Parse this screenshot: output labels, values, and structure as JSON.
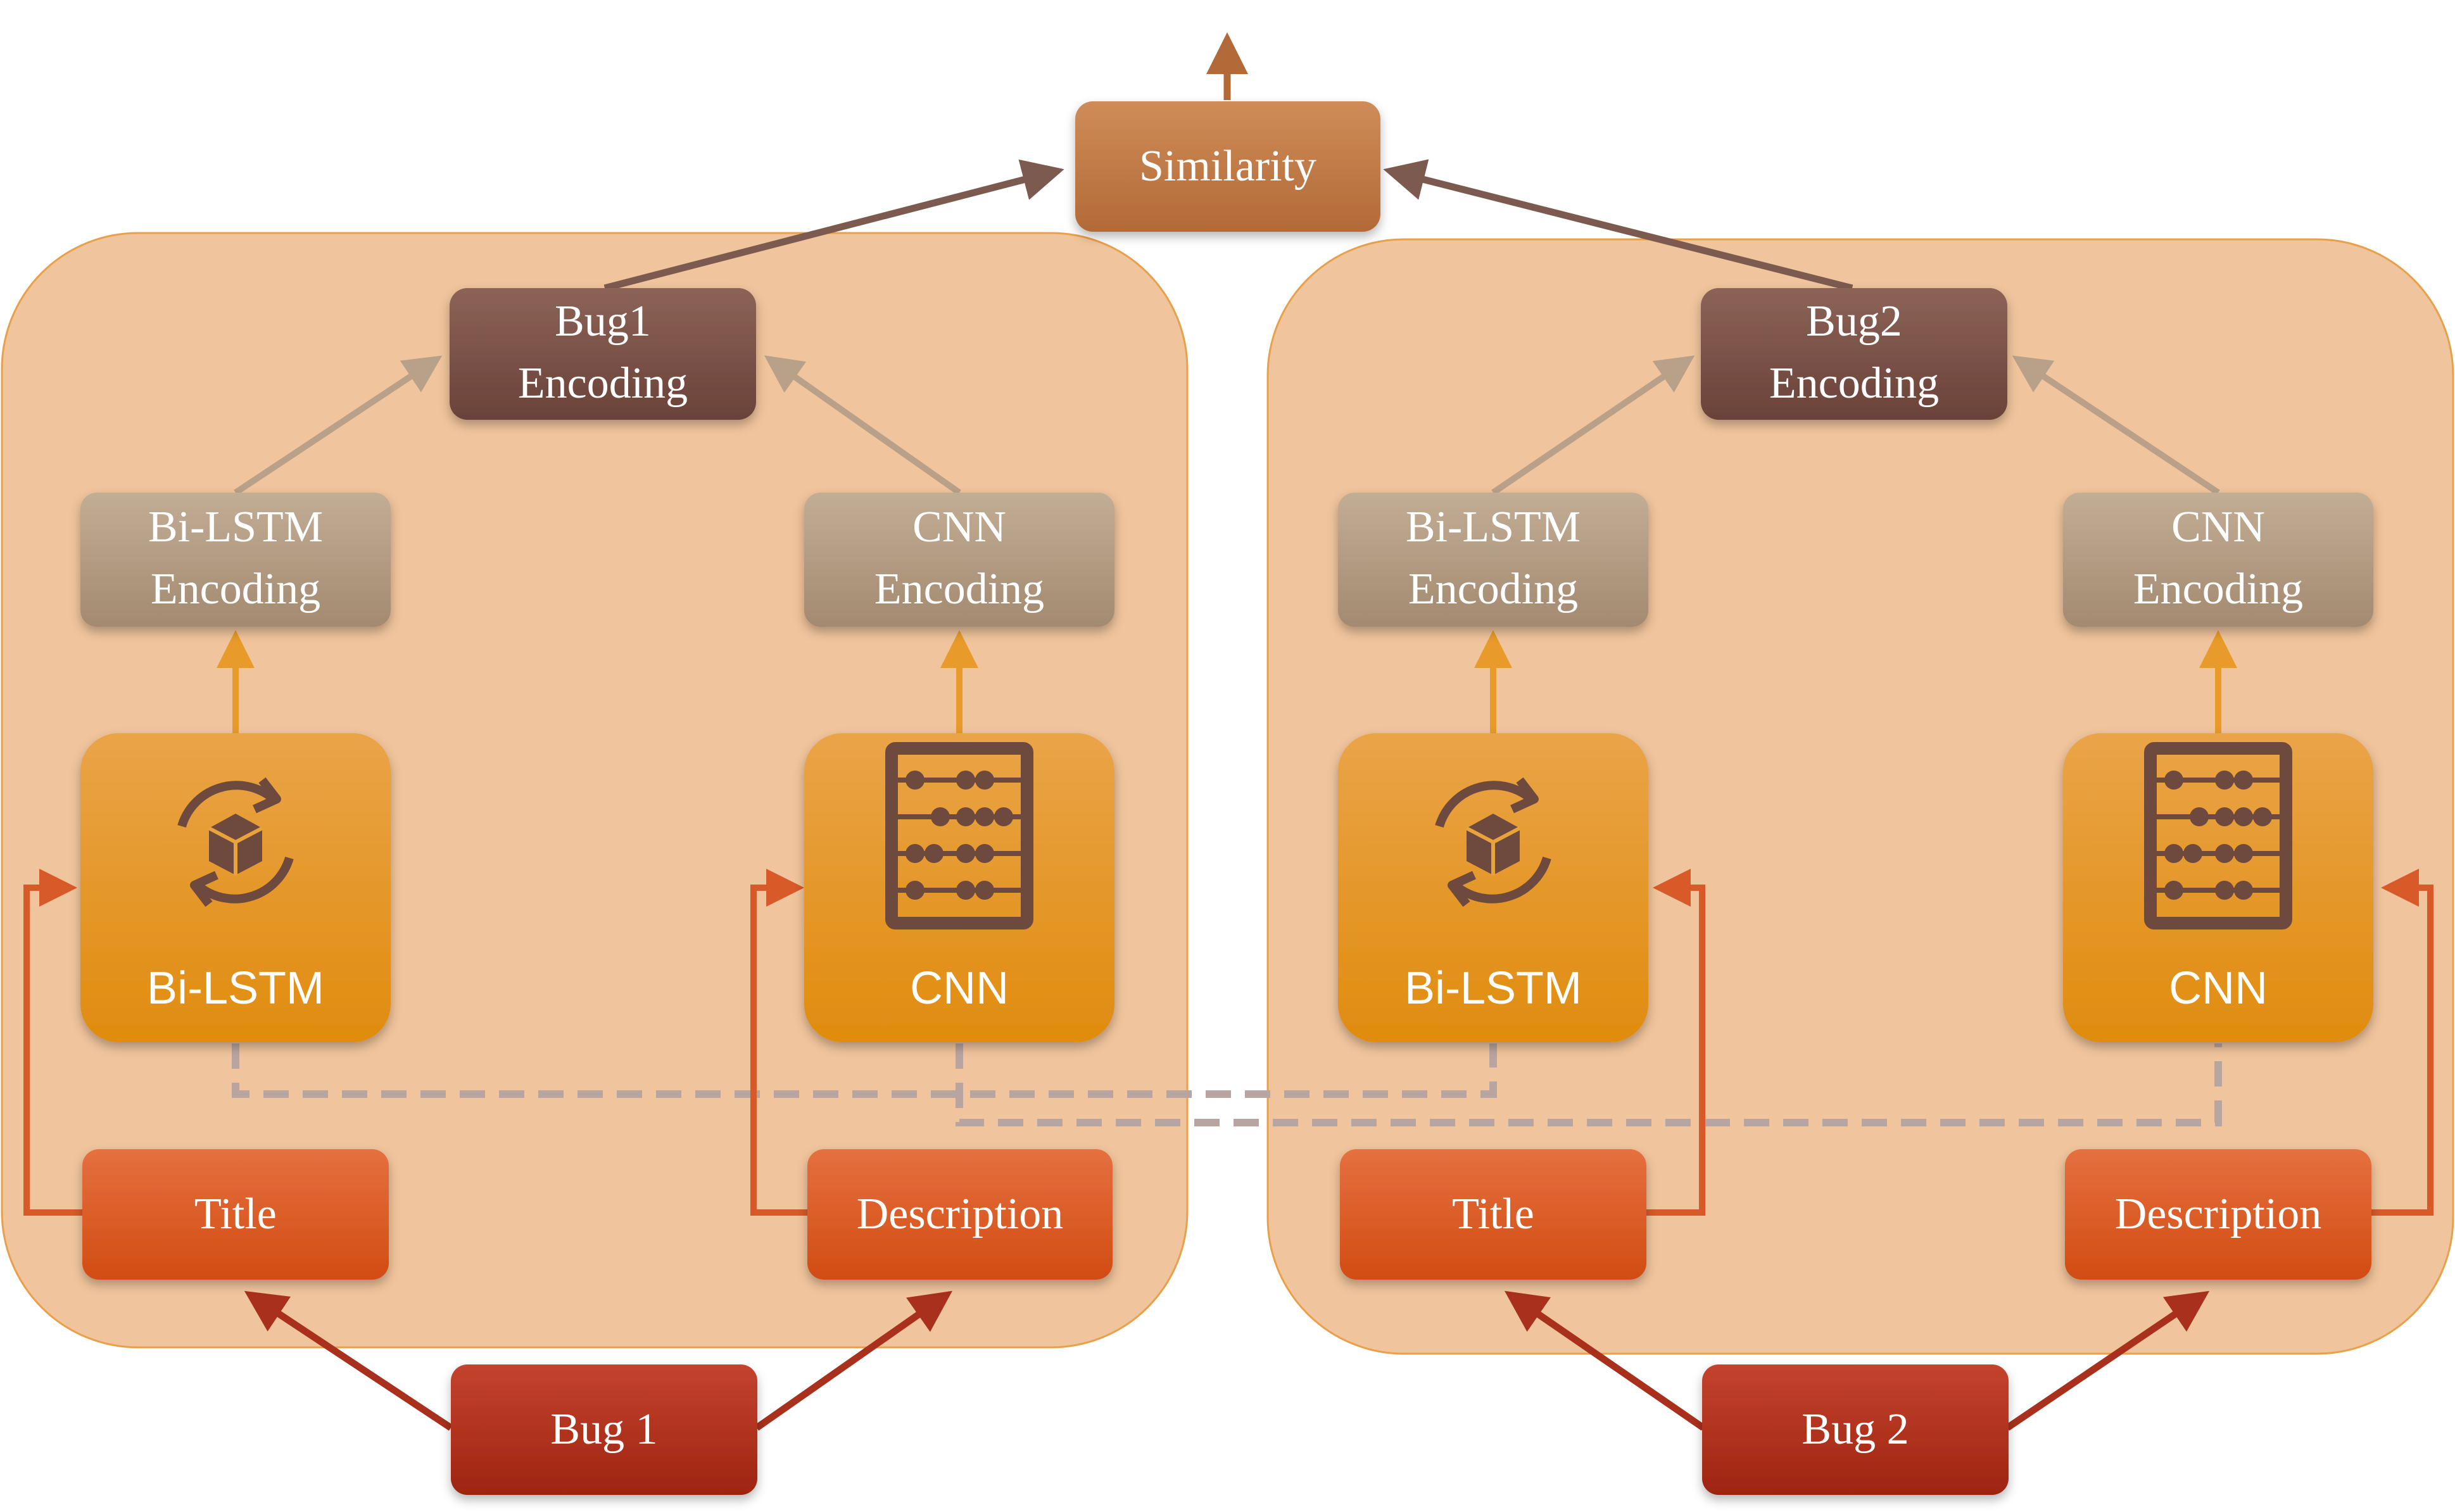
{
  "output": {
    "label": "Similarity"
  },
  "siamese_branches": [
    {
      "encoding_label_line1": "Bug1",
      "encoding_label_line2": "Encoding",
      "bilstm_encoding_line1": "Bi-LSTM",
      "bilstm_encoding_line2": "Encoding",
      "cnn_encoding_line1": "CNN",
      "cnn_encoding_line2": "Encoding",
      "bilstm_label": "Bi-LSTM",
      "cnn_label": "CNN",
      "title_label": "Title",
      "description_label": "Description",
      "bug_label": "Bug 1"
    },
    {
      "encoding_label_line1": "Bug2",
      "encoding_label_line2": "Encoding",
      "bilstm_encoding_line1": "Bi-LSTM",
      "bilstm_encoding_line2": "Encoding",
      "cnn_encoding_line1": "CNN",
      "cnn_encoding_line2": "Encoding",
      "bilstm_label": "Bi-LSTM",
      "cnn_label": "CNN",
      "title_label": "Title",
      "description_label": "Description",
      "bug_label": "Bug 2"
    }
  ],
  "colors": {
    "panel": "#f0c49c",
    "panel_border": "#e8a04a",
    "similarity": "#c07a45",
    "bug_encoding": "#7a5248",
    "sub_encoding": "#b29a82",
    "model_block": "#e8961e",
    "input_field": "#dd5c22",
    "bug_node": "#b5301c",
    "icon": "#6e4a3e",
    "arrow_top": "#7d5a4f",
    "arrow_mid": "#b8a188",
    "arrow_orange": "#e89a2a",
    "arrow_red": "#d85a28",
    "arrow_dark_red": "#a8301c",
    "shared_weights": "#b8a4a0"
  },
  "icons": [
    "cycle-box-icon",
    "abacus-icon"
  ]
}
